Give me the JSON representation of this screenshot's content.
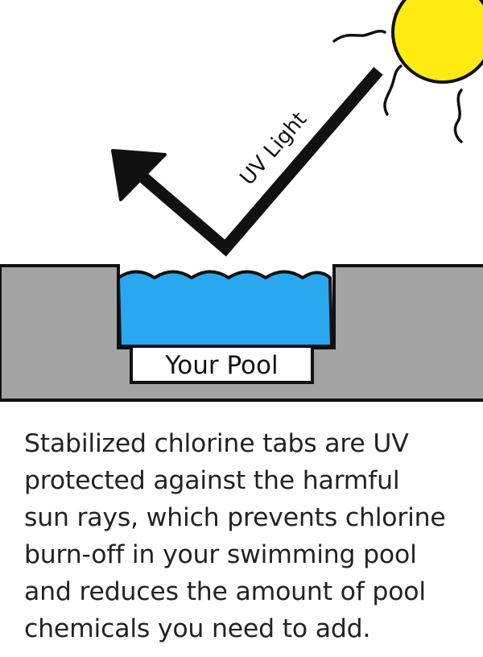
{
  "diagram": {
    "arrow_label": "UV Light",
    "pool_label": "Your Pool",
    "colors": {
      "sun": "#FFEB12",
      "water": "#29A8F0",
      "ground": "#A3A3A3",
      "outline": "#111111"
    }
  },
  "caption": {
    "lines": [
      "Stabilized chlorine tabs are UV",
      "protected against the harmful",
      "sun rays, which prevents chlorine",
      "burn-off in your swimming pool",
      "and reduces the amount of pool",
      "chemicals you need to add."
    ]
  }
}
